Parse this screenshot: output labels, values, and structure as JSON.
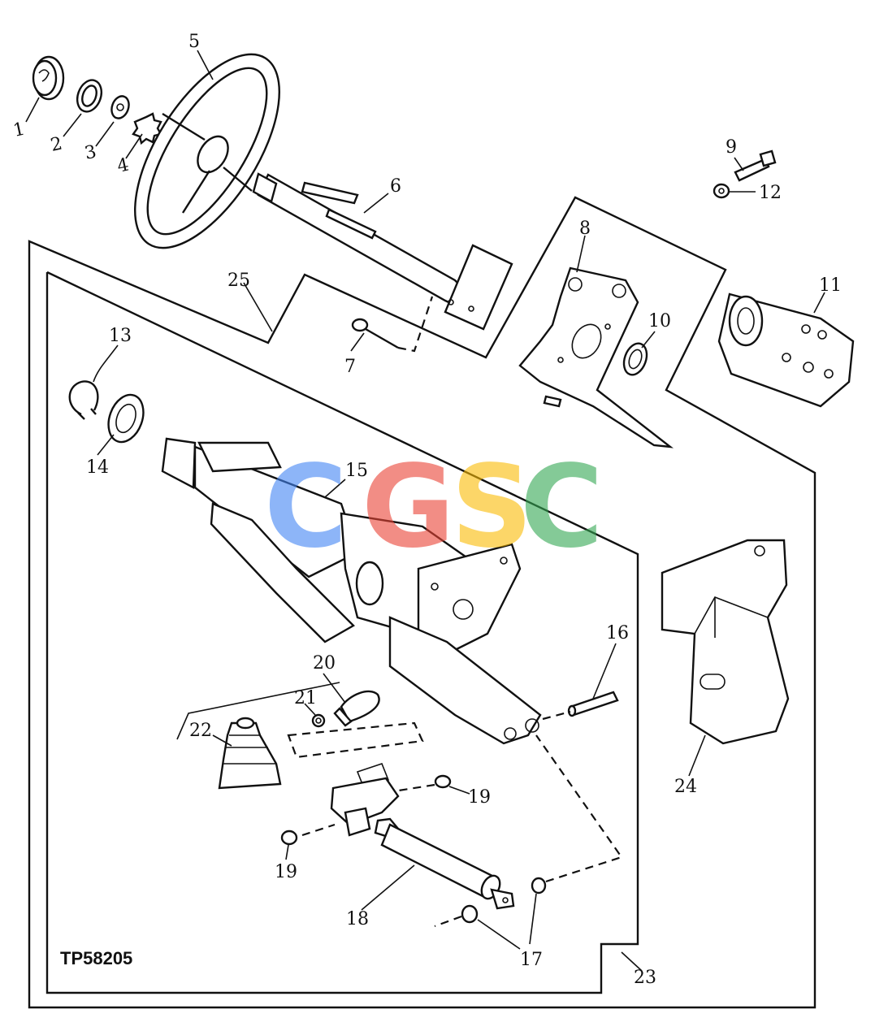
{
  "figure_code": "TP58205",
  "watermark": {
    "letters": [
      "C",
      "G",
      "S",
      "C"
    ],
    "colors": [
      "#4285F4",
      "#EA4335",
      "#FBBC05",
      "#34A853"
    ]
  },
  "callouts": {
    "c1": "1",
    "c2": "2",
    "c3": "3",
    "c4": "4",
    "c5": "5",
    "c6": "6",
    "c7": "7",
    "c8": "8",
    "c9": "9",
    "c10": "10",
    "c11": "11",
    "c12": "12",
    "c13": "13",
    "c14": "14",
    "c15": "15",
    "c16": "16",
    "c17": "17",
    "c18": "18",
    "c19a": "19",
    "c19b": "19",
    "c20": "20",
    "c21": "21",
    "c22": "22",
    "c23": "23",
    "c24": "24",
    "c25": "25"
  }
}
